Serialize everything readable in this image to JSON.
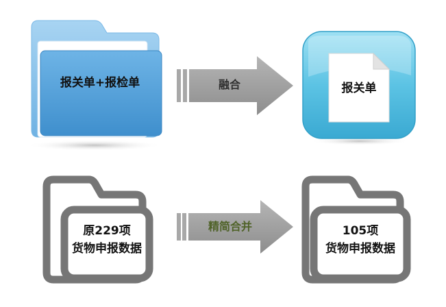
{
  "top_row": {
    "source_folder": {
      "label": "报关单+报检单",
      "icon": "folder-icon"
    },
    "arrow": {
      "label": "融合"
    },
    "result_document": {
      "label": "报关单",
      "icon": "document-icon"
    }
  },
  "bottom_row": {
    "source_folder": {
      "line1": "原229项",
      "line2": "货物申报数据",
      "icon": "folder-outline-icon"
    },
    "arrow": {
      "label": "精简合并"
    },
    "result_folder": {
      "line1": "105项",
      "line2": "货物申报数据",
      "icon": "folder-outline-icon"
    }
  },
  "colors": {
    "folder_blue_back": "#8cc4ec",
    "folder_blue_front": "#4a9cd6",
    "doc_tile": "#5ec4e4",
    "arrow_gray": "#a0a0a0",
    "arrow_label_top": "#2f2f2f",
    "arrow_label_bottom": "#4f6228",
    "outline_folder": "#7a7a7a"
  }
}
